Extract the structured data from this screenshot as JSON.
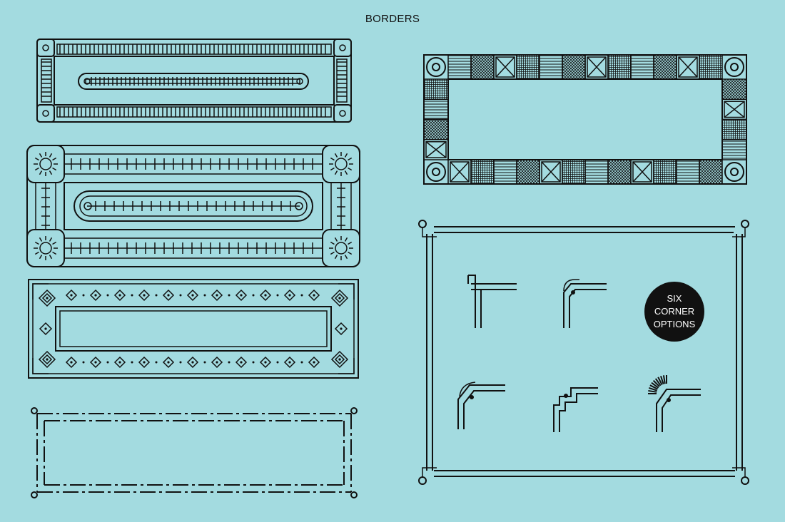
{
  "title": "BORDERS",
  "badge": {
    "line1": "SIX",
    "line2": "CORNER",
    "line3": "OPTIONS"
  },
  "colors": {
    "background": "#a3dbe0",
    "ink": "#111111",
    "badge_text": "#ffffff"
  },
  "corner_options_count": 6
}
